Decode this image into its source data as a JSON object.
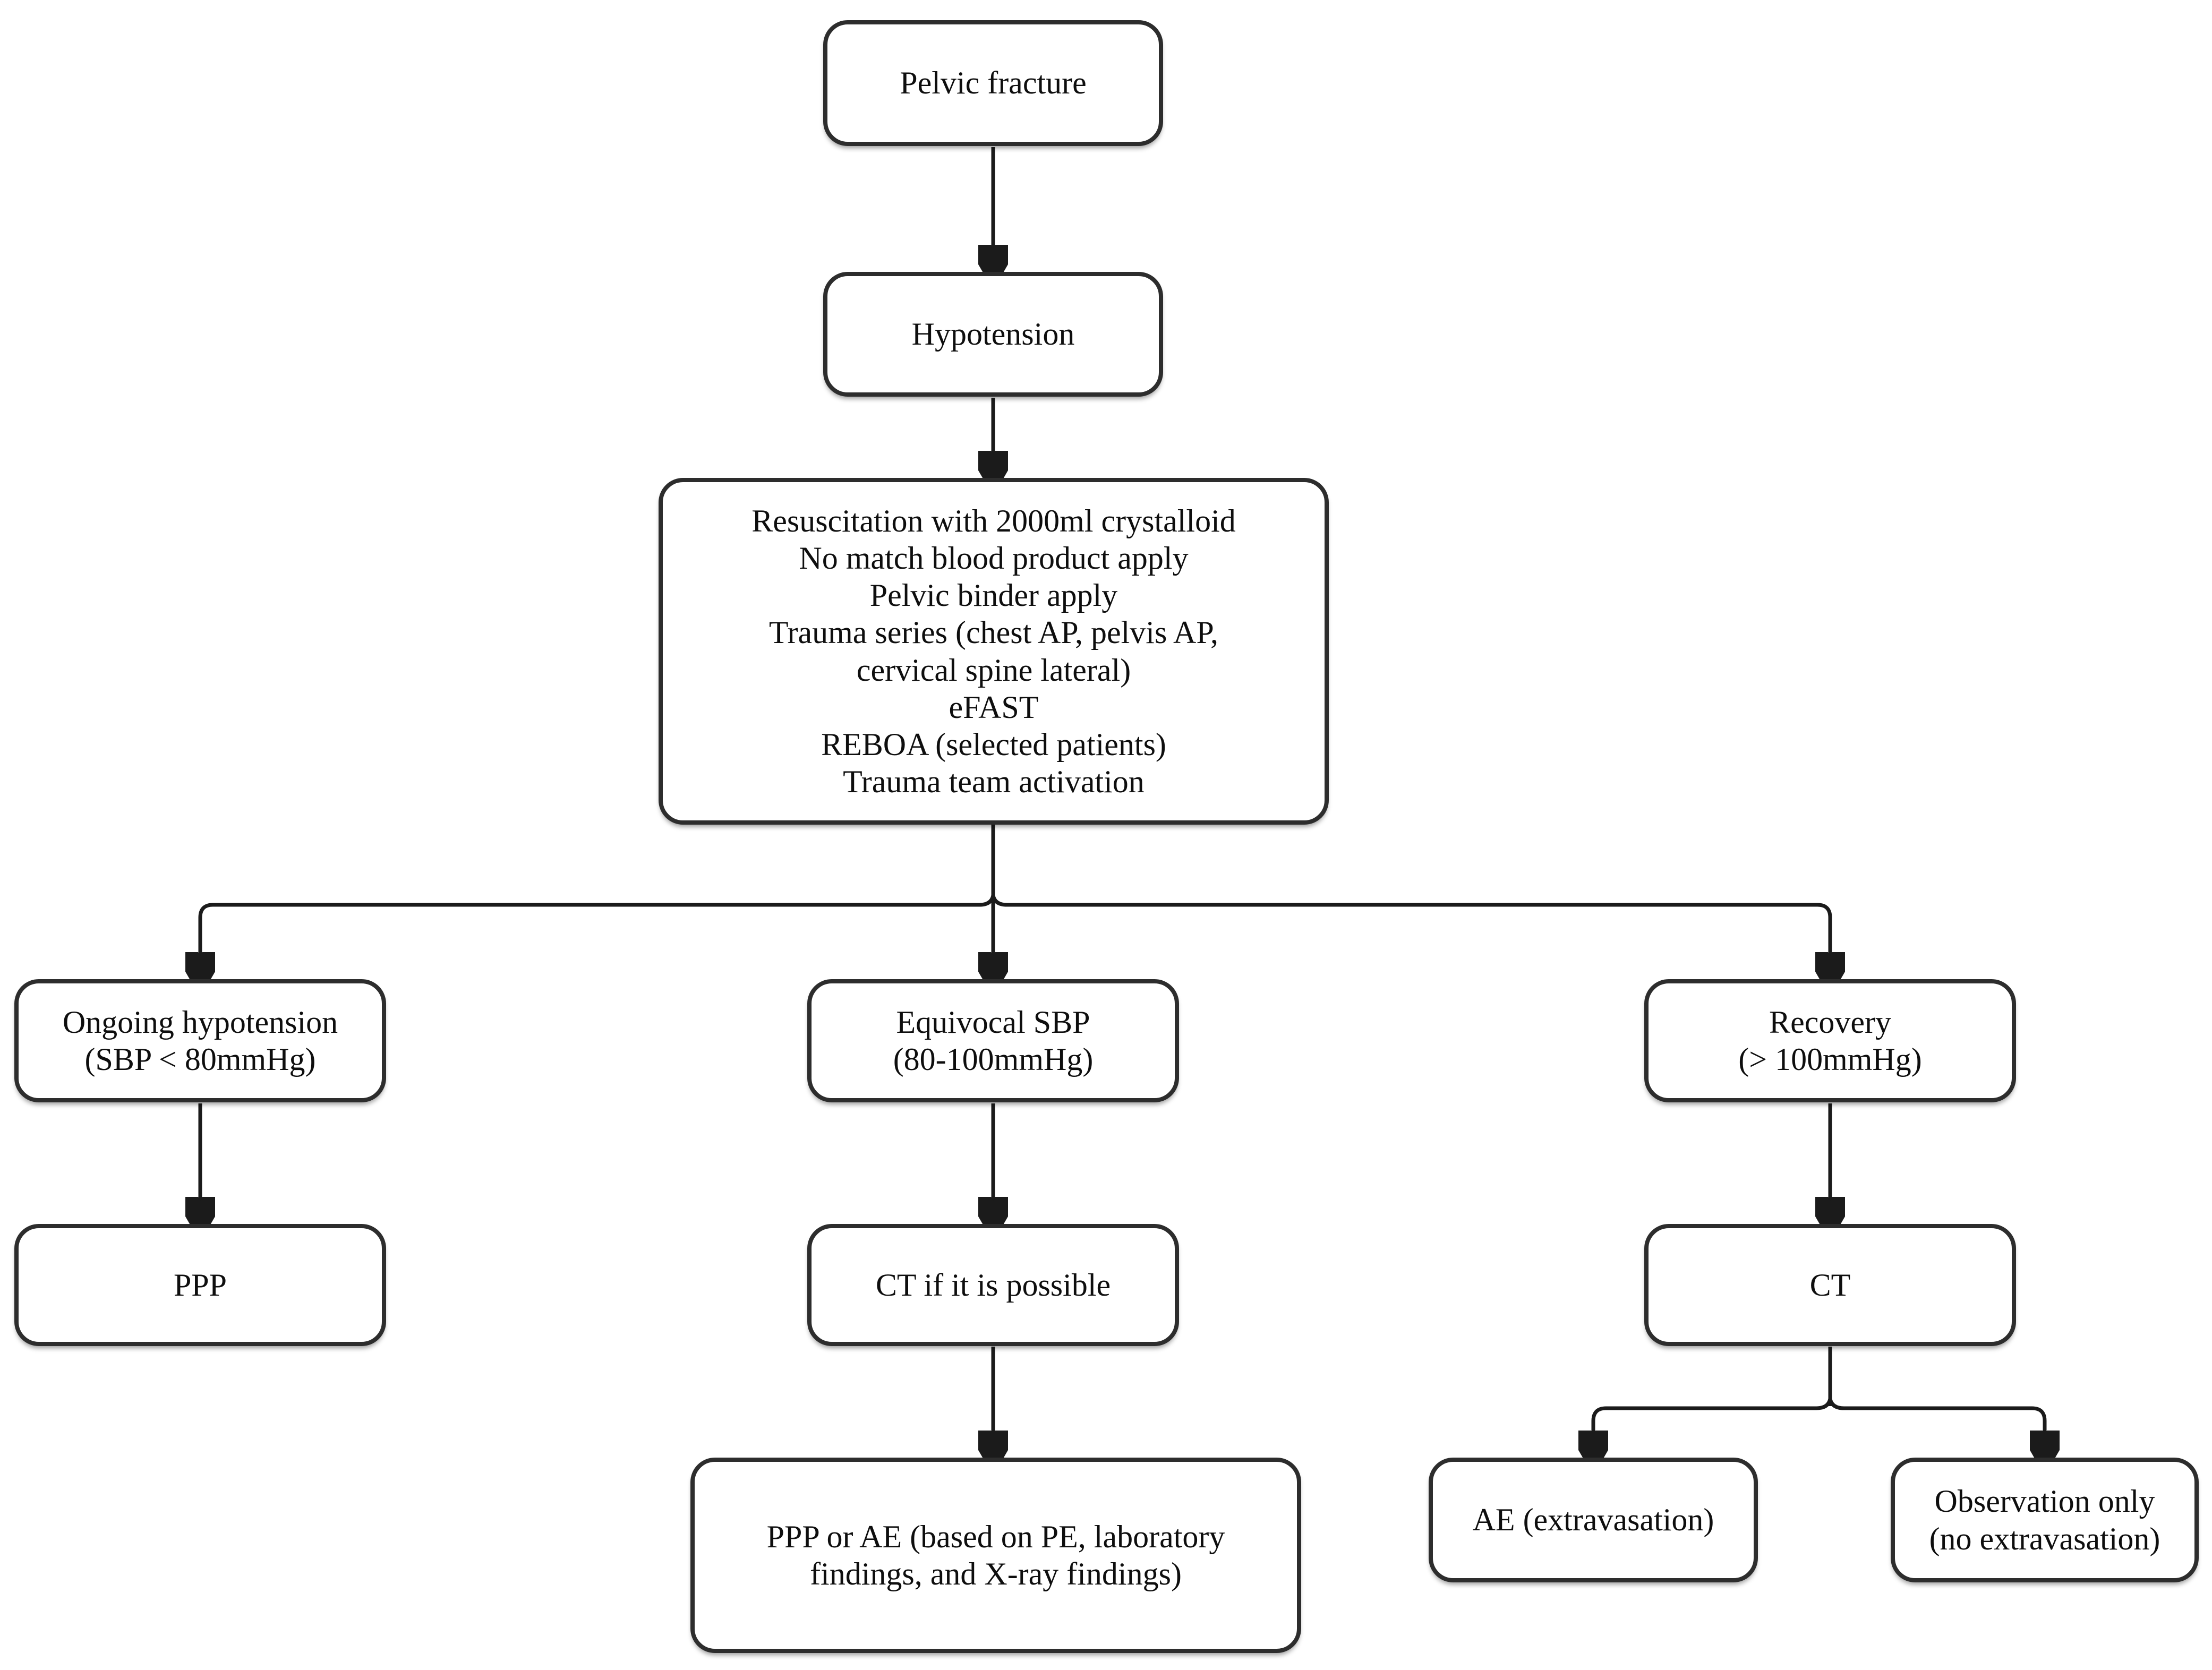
{
  "appearance": {
    "background_color": "#ffffff",
    "box_fill_color": "#ffffff",
    "box_border_color": "#2d2d2d",
    "connector_color": "#1b1b1b",
    "text_color": "#0e0e0e"
  },
  "nodes": {
    "pelvic_fracture": {
      "label": "Pelvic fracture"
    },
    "hypotension": {
      "label": "Hypotension"
    },
    "resuscitation": {
      "label": "Resuscitation with 2000ml crystalloid\nNo match blood product apply\nPelvic binder apply\nTrauma series (chest AP, pelvis AP,\ncervical spine lateral)\neFAST\nREBOA (selected patients)\nTrauma team activation"
    },
    "ongoing_hypotension": {
      "label": "Ongoing hypotension\n(SBP < 80mmHg)"
    },
    "equivocal_sbp": {
      "label": "Equivocal SBP\n(80-100mmHg)"
    },
    "recovery": {
      "label": "Recovery\n(> 100mmHg)"
    },
    "ppp": {
      "label": "PPP"
    },
    "ct_if_possible": {
      "label": "CT if it is possible"
    },
    "ct": {
      "label": "CT"
    },
    "ppp_or_ae": {
      "label": "PPP or AE (based on PE, laboratory\nfindings, and X-ray findings)"
    },
    "ae": {
      "label": "AE (extravasation)"
    },
    "observation": {
      "label": "Observation only\n(no extravasation)"
    }
  },
  "edges": [
    {
      "from": "pelvic_fracture",
      "to": "hypotension"
    },
    {
      "from": "hypotension",
      "to": "resuscitation"
    },
    {
      "from": "resuscitation",
      "to": "ongoing_hypotension"
    },
    {
      "from": "resuscitation",
      "to": "equivocal_sbp"
    },
    {
      "from": "resuscitation",
      "to": "recovery"
    },
    {
      "from": "ongoing_hypotension",
      "to": "ppp"
    },
    {
      "from": "equivocal_sbp",
      "to": "ct_if_possible"
    },
    {
      "from": "recovery",
      "to": "ct"
    },
    {
      "from": "ct_if_possible",
      "to": "ppp_or_ae"
    },
    {
      "from": "ct",
      "to": "ae"
    },
    {
      "from": "ct",
      "to": "observation"
    }
  ]
}
